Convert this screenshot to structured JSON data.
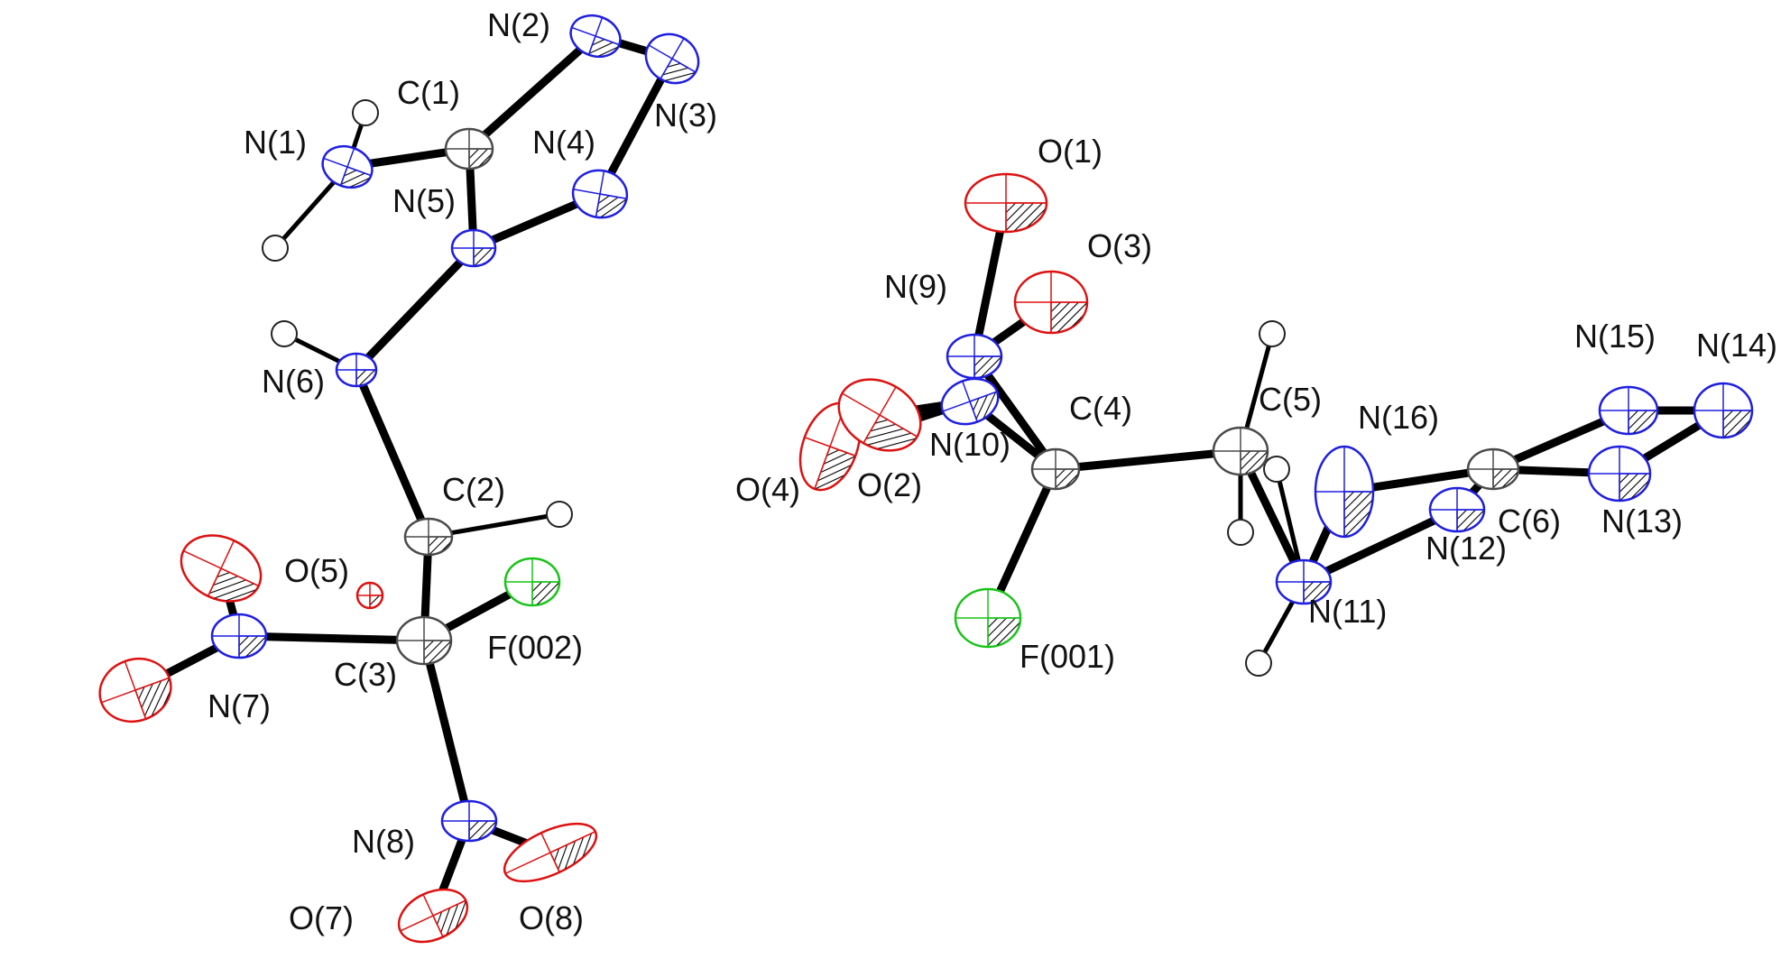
{
  "colors": {
    "C": "#4a4a4a",
    "N": "#1f1fe0",
    "O": "#dd1111",
    "F": "#19c419",
    "H": "#222222",
    "bond": "#000000"
  },
  "atoms": [
    {
      "id": "N1",
      "el": "N",
      "label": "N(1)"
    },
    {
      "id": "C1",
      "el": "C",
      "label": "C(1)"
    },
    {
      "id": "N2",
      "el": "N",
      "label": "N(2)"
    },
    {
      "id": "N3",
      "el": "N",
      "label": "N(3)"
    },
    {
      "id": "N4",
      "el": "N",
      "label": "N(4)"
    },
    {
      "id": "N5",
      "el": "N",
      "label": "N(5)"
    },
    {
      "id": "N6",
      "el": "N",
      "label": "N(6)"
    },
    {
      "id": "C2",
      "el": "C",
      "label": "C(2)"
    },
    {
      "id": "O5",
      "el": "O",
      "label": "O(5)"
    },
    {
      "id": "C3",
      "el": "C",
      "label": "C(3)"
    },
    {
      "id": "F002",
      "el": "F",
      "label": "F(002)"
    },
    {
      "id": "N7",
      "el": "N",
      "label": "N(7)"
    },
    {
      "id": "O7a",
      "el": "O",
      "label": ""
    },
    {
      "id": "O7b",
      "el": "O",
      "label": ""
    },
    {
      "id": "N8",
      "el": "N",
      "label": "N(8)"
    },
    {
      "id": "O7",
      "el": "O",
      "label": "O(7)"
    },
    {
      "id": "O8",
      "el": "O",
      "label": "O(8)"
    },
    {
      "id": "O1",
      "el": "O",
      "label": "O(1)"
    },
    {
      "id": "O3",
      "el": "O",
      "label": "O(3)"
    },
    {
      "id": "N9",
      "el": "N",
      "label": "N(9)"
    },
    {
      "id": "N10",
      "el": "N",
      "label": "N(10)"
    },
    {
      "id": "O4",
      "el": "O",
      "label": "O(4)"
    },
    {
      "id": "O2",
      "el": "O",
      "label": "O(2)"
    },
    {
      "id": "C4",
      "el": "C",
      "label": "C(4)"
    },
    {
      "id": "F001",
      "el": "F",
      "label": "F(001)"
    },
    {
      "id": "C5",
      "el": "C",
      "label": "C(5)"
    },
    {
      "id": "N16",
      "el": "N",
      "label": "N(16)"
    },
    {
      "id": "N11",
      "el": "N",
      "label": "N(11)"
    },
    {
      "id": "N12",
      "el": "N",
      "label": "N(12)"
    },
    {
      "id": "C6",
      "el": "C",
      "label": "C(6)"
    },
    {
      "id": "N13",
      "el": "N",
      "label": "N(13)"
    },
    {
      "id": "N14",
      "el": "N",
      "label": "N(14)"
    },
    {
      "id": "N15",
      "el": "N",
      "label": "N(15)"
    }
  ],
  "bonds": [
    [
      "N1",
      "C1"
    ],
    [
      "C1",
      "N2"
    ],
    [
      "N2",
      "N3"
    ],
    [
      "N3",
      "N4"
    ],
    [
      "N4",
      "N5"
    ],
    [
      "N5",
      "C1"
    ],
    [
      "N5",
      "N6"
    ],
    [
      "N6",
      "C2"
    ],
    [
      "C2",
      "C3"
    ],
    [
      "C3",
      "N7"
    ],
    [
      "N7",
      "O7a"
    ],
    [
      "N7",
      "O7b"
    ],
    [
      "C3",
      "F002"
    ],
    [
      "C3",
      "N8"
    ],
    [
      "N8",
      "O7"
    ],
    [
      "N8",
      "O8"
    ],
    [
      "O1",
      "N9"
    ],
    [
      "N9",
      "O3"
    ],
    [
      "N9",
      "C4"
    ],
    [
      "N10",
      "O4"
    ],
    [
      "N10",
      "O2"
    ],
    [
      "N10",
      "C4"
    ],
    [
      "C4",
      "F001"
    ],
    [
      "C4",
      "C5"
    ],
    [
      "C5",
      "N11"
    ],
    [
      "N11",
      "N16"
    ],
    [
      "N11",
      "N12"
    ],
    [
      "N16",
      "C6"
    ],
    [
      "N12",
      "C6"
    ],
    [
      "C6",
      "N13"
    ],
    [
      "C6",
      "N15"
    ],
    [
      "N13",
      "N14"
    ],
    [
      "N15",
      "N14"
    ]
  ],
  "hydrogen_bonds": [
    [
      "N1",
      "H1a"
    ],
    [
      "N1",
      "H1b"
    ],
    [
      "N6",
      "H6"
    ],
    [
      "C2",
      "H2"
    ],
    [
      "O5",
      "H5"
    ],
    [
      "C5",
      "H5a"
    ],
    [
      "C5",
      "H5b"
    ],
    [
      "N11",
      "H11a"
    ],
    [
      "N11",
      "H11b"
    ]
  ]
}
